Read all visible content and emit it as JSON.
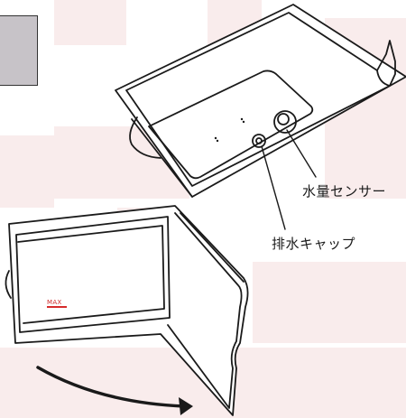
{
  "labels": {
    "water_sensor": "水量センサー",
    "drain_cap": "排水キャップ",
    "max_mark": "MAX"
  },
  "colors": {
    "background_pattern": "#f9ecec",
    "line": "#1a1a1a",
    "max_line": "#d62b2b",
    "grey_tab": "#c7c3c8"
  }
}
